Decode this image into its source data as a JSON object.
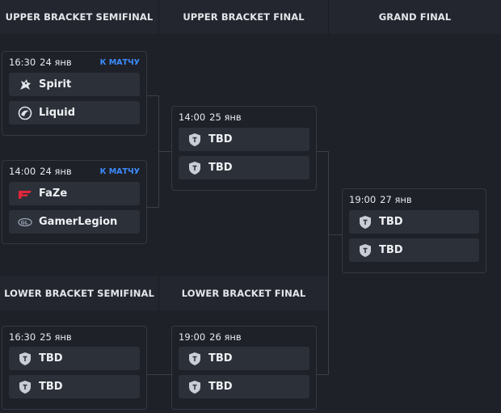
{
  "headers": {
    "ub_semifinal": "UPPER BRACKET SEMIFINAL",
    "ub_final": "UPPER BRACKET FINAL",
    "grand_final": "GRAND FINAL",
    "lb_semifinal": "LOWER BRACKET SEMIFINAL",
    "lb_final": "LOWER BRACKET FINAL"
  },
  "matches": {
    "ub_sf1": {
      "time": "16:30",
      "date": "24 янв",
      "link": "К МАТЧУ",
      "team1": {
        "name": "Spirit",
        "icon": "spirit-logo-icon"
      },
      "team2": {
        "name": "Liquid",
        "icon": "liquid-logo-icon"
      }
    },
    "ub_sf2": {
      "time": "14:00",
      "date": "24 янв",
      "link": "К МАТЧУ",
      "team1": {
        "name": "FaZe",
        "icon": "faze-logo-icon"
      },
      "team2": {
        "name": "GamerLegion",
        "icon": "gamerlegion-logo-icon"
      }
    },
    "ub_final": {
      "time": "14:00",
      "date": "25 янв",
      "team1": {
        "name": "TBD",
        "icon": "tbd-shield-icon"
      },
      "team2": {
        "name": "TBD",
        "icon": "tbd-shield-icon"
      }
    },
    "grand_final": {
      "time": "19:00",
      "date": "27 янв",
      "team1": {
        "name": "TBD",
        "icon": "tbd-shield-icon"
      },
      "team2": {
        "name": "TBD",
        "icon": "tbd-shield-icon"
      }
    },
    "lb_sf": {
      "time": "16:30",
      "date": "25 янв",
      "team1": {
        "name": "TBD",
        "icon": "tbd-shield-icon"
      },
      "team2": {
        "name": "TBD",
        "icon": "tbd-shield-icon"
      }
    },
    "lb_final": {
      "time": "19:00",
      "date": "26 янв",
      "team1": {
        "name": "TBD",
        "icon": "tbd-shield-icon"
      },
      "team2": {
        "name": "TBD",
        "icon": "tbd-shield-icon"
      }
    }
  },
  "colors": {
    "background": "#1e2128",
    "header": "#23262e",
    "slot": "#2c3039",
    "link": "#3d8bff",
    "connector": "#3a3e47"
  }
}
